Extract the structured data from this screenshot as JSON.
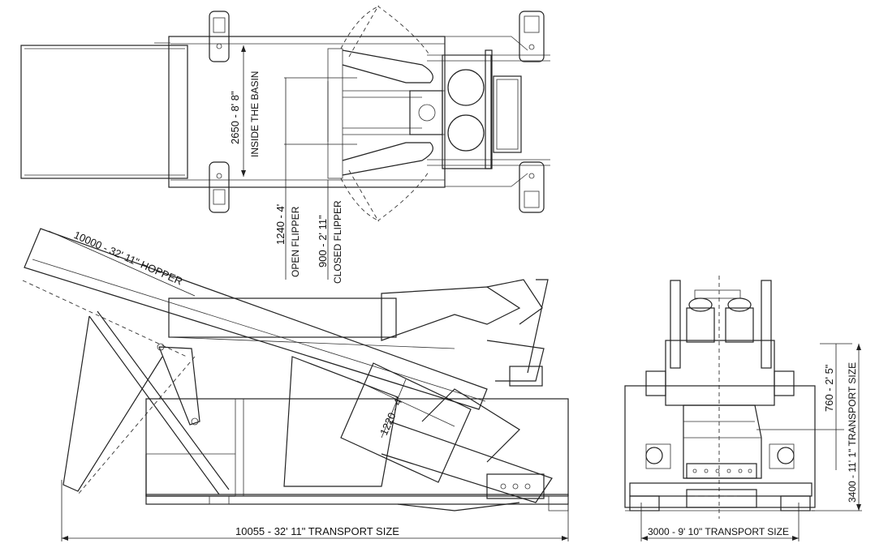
{
  "dimensions": {
    "basin_width": "2650 - 8' 8\"",
    "basin_caption": "INSIDE THE BASIN",
    "open_flipper_value": "1240 - 4'",
    "open_flipper_caption": "OPEN  FLIPPER",
    "closed_flipper_value": "900 - 2' 11\"",
    "closed_flipper_caption": "CLOSED FLIPPER",
    "hopper_length": "10000 - 32' 11\"  HOPPER",
    "chute_width": "1220 - 4'",
    "side_transport_length": "10055 - 32' 11\"  TRANSPORT SIZE",
    "end_transport_width": "3000 - 9' 10\" TRANSPORT SIZE",
    "end_height_small": "760 - 2' 5\"",
    "end_transport_height": "3400 - 11' 1\" TRANSPORT SIZE"
  }
}
